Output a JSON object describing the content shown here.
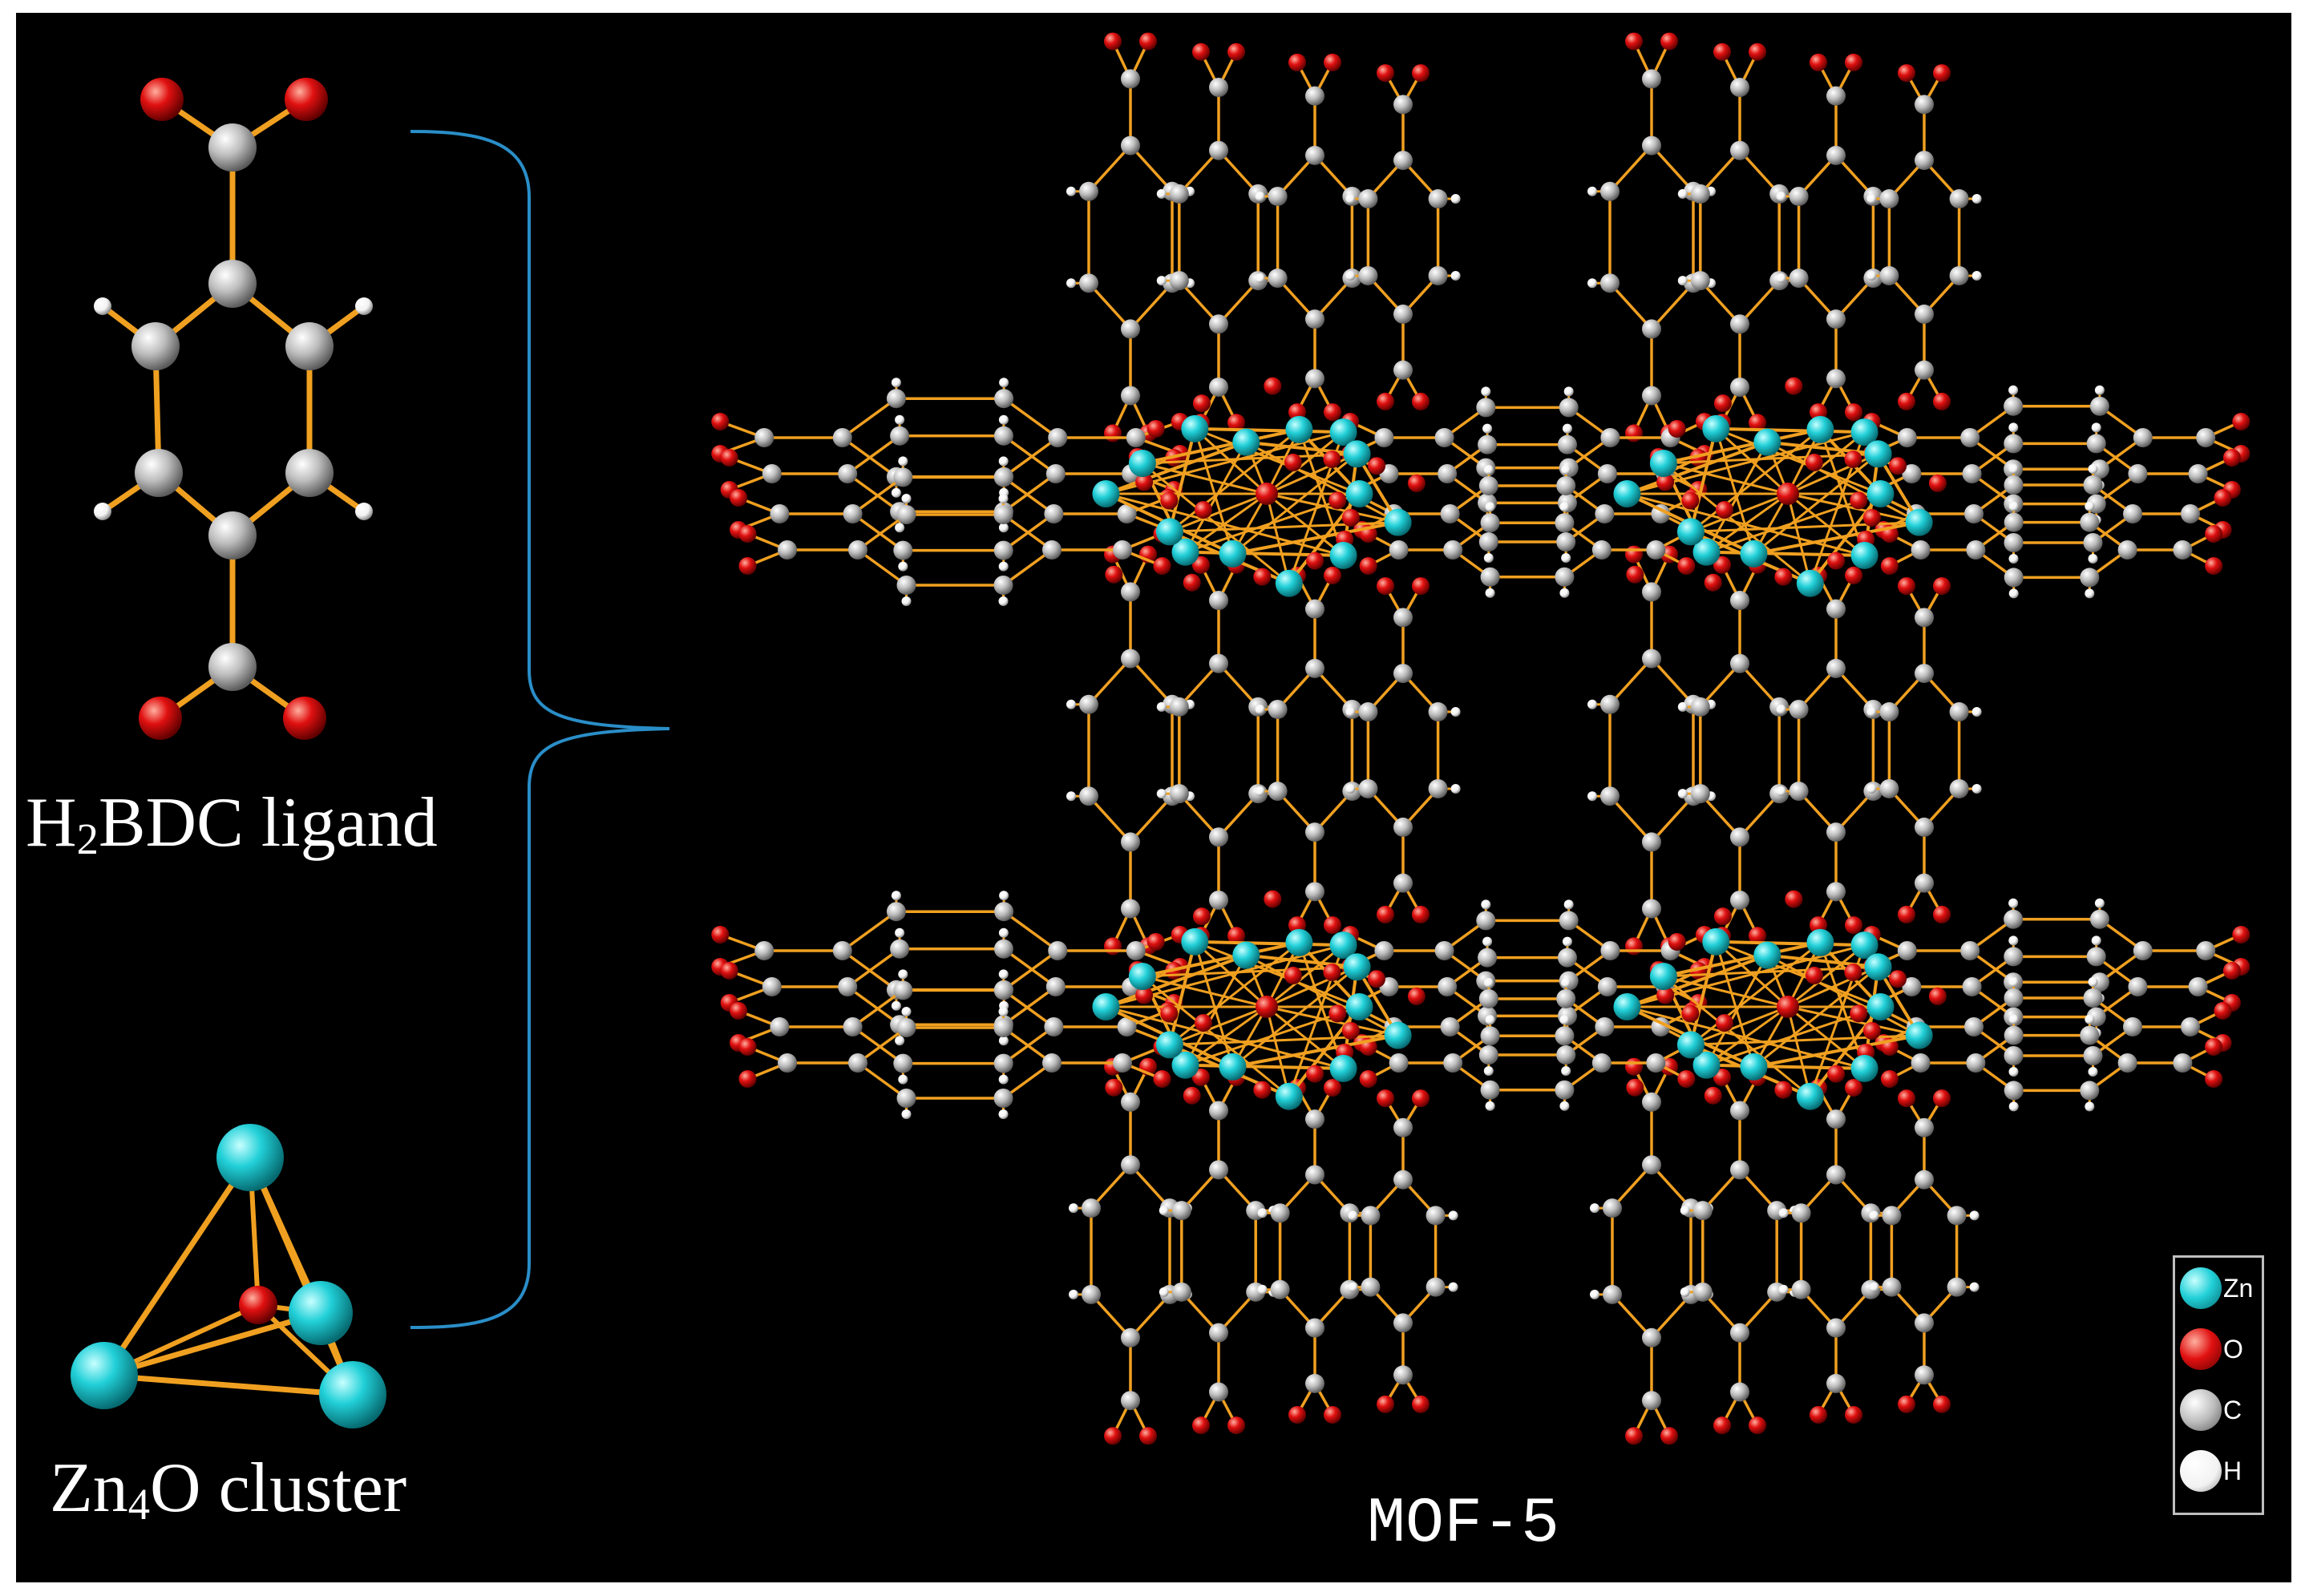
{
  "labels": {
    "ligand_main": "H",
    "ligand_sub": "2",
    "ligand_rest": "BDC ligand",
    "cluster_main": "Zn",
    "cluster_sub": "4",
    "cluster_rest": "O cluster",
    "framework": "MOF-5"
  },
  "legend": [
    {
      "symbol": "Zn",
      "color": "#22d0d8"
    },
    {
      "symbol": "O",
      "color": "#e01010"
    },
    {
      "symbol": "C",
      "color": "#bdbdbd"
    },
    {
      "symbol": "H",
      "color": "#f2f2f2"
    }
  ],
  "colors": {
    "background": "#000000",
    "bond": "#f0a020",
    "bracket": "#2a8ec8",
    "zinc": "#22d0d8",
    "oxygen": "#e01010",
    "carbon": "#bdbdbd",
    "hydrogen": "#f2f2f2"
  }
}
